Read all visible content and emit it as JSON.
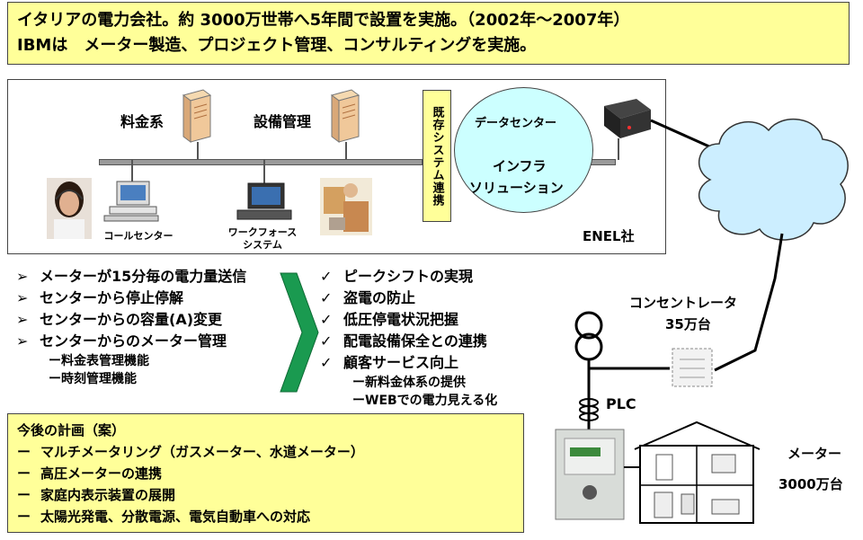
{
  "header": {
    "line1": "イタリアの電力会社。約 3000万世帯へ5年間で設置を実施。（2002年～2007年）",
    "line2": "IBMは　メーター製造、プロジェクト管理、コンサルティングを実施。"
  },
  "enel": {
    "billing_label": "料金系",
    "equipment_label": "設備管理",
    "callcenter_label": "コールセンター",
    "workforce_label_line1": "ワークフォース",
    "workforce_label_line2": "システム",
    "legacy_label": "既存システム連携",
    "datacenter_label": "データセンター",
    "infra_line1": "インフラ",
    "infra_line2": "ソリューション",
    "company_label": "ENEL社"
  },
  "features": {
    "bullet": "➢",
    "items": [
      "メーターが15分毎の電力量送信",
      "センターから停止停解",
      "センターからの容量(A)変更",
      "センターからのメーター管理"
    ],
    "subitems": [
      "ー料金表管理機能",
      "ー時刻管理機能"
    ]
  },
  "benefits": {
    "check": "✓",
    "items": [
      "ピークシフトの実現",
      "盗電の防止",
      "低圧停電状況把握",
      "配電設備保全との連携",
      "顧客サービス向上"
    ],
    "subitems": [
      "ー新料金体系の提供",
      "ーWEBでの電力見える化"
    ]
  },
  "network": {
    "concentrator_line1": "コンセントレータ",
    "concentrator_line2": "35万台",
    "plc_label": "PLC",
    "meter_line1": "メーター",
    "meter_line2": "3000万台"
  },
  "plan": {
    "title": "今後の計画（案）",
    "dash": "ー",
    "items": [
      "マルチメータリング（ガスメーター、水道メーター）",
      "高圧メーターの連携",
      "家庭内表示装置の展開",
      "太陽光発電、分散電源、電気自動車への対応"
    ]
  },
  "colors": {
    "header_bg": "#ffff99",
    "ellipse_bg": "#ccffff",
    "arrow_green": "#1a9a50",
    "cloud_bg": "#cceeff"
  }
}
